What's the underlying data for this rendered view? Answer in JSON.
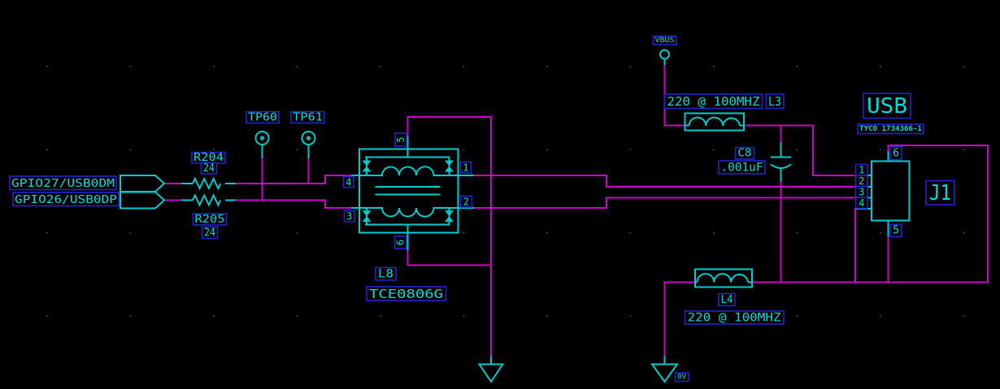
{
  "app": {
    "type": "schematic-editor-canvas"
  },
  "colors": {
    "background": "#000000",
    "symbol_cyan": "#00cccc",
    "wire_magenta": "#cc00cc",
    "label_box_blue": "#2424cc",
    "text_cyan": "#00dcdc",
    "grid_dot": "#4a4a4a"
  },
  "nets": {
    "gpio27": "GPIO27/USB0DM",
    "gpio26": "GPIO26/USB0DP",
    "vbus": "VBUS",
    "zerov": "0V"
  },
  "components": {
    "r204": {
      "ref": "R204",
      "value": "24"
    },
    "r205": {
      "ref": "R205",
      "value": "24"
    },
    "tp60": {
      "ref": "TP60"
    },
    "tp61": {
      "ref": "TP61"
    },
    "l8": {
      "ref": "L8",
      "part": "TCE0806G",
      "pins": [
        "1",
        "2",
        "3",
        "4",
        "5",
        "6"
      ]
    },
    "l3": {
      "ref": "L3",
      "value": "220 @ 100MHZ"
    },
    "l4": {
      "ref": "L4",
      "value": "220 @ 100MHZ"
    },
    "c8": {
      "ref": "C8",
      "value": ".001uF"
    },
    "j1": {
      "ref": "J1",
      "title": "USB",
      "part": "TYCO 1734366-1",
      "pins": [
        "1",
        "2",
        "3",
        "4",
        "5",
        "6"
      ]
    }
  }
}
